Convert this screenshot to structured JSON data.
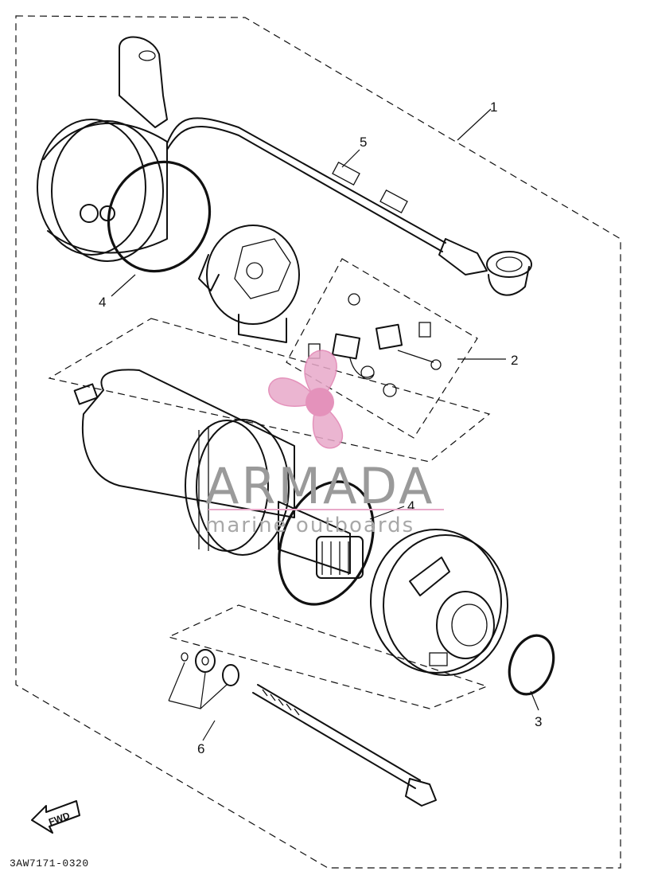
{
  "diagram": {
    "callouts": [
      {
        "id": "1",
        "text": "1"
      },
      {
        "id": "2",
        "text": "2"
      },
      {
        "id": "3",
        "text": "3"
      },
      {
        "id": "4a",
        "text": "4"
      },
      {
        "id": "4b",
        "text": "4"
      },
      {
        "id": "5",
        "text": "5"
      },
      {
        "id": "6",
        "text": "6"
      }
    ],
    "drawing_code": "3AW7171-0320",
    "direction_label": "FWD"
  },
  "watermark": {
    "name": "ARMADA",
    "tagline": "marine outboards",
    "colors": {
      "logo_pink": "#e8a9c9",
      "logo_center": "#e07fb0",
      "text_gray": "#9a9a9a",
      "rule_pink": "#e8a9c9"
    }
  }
}
